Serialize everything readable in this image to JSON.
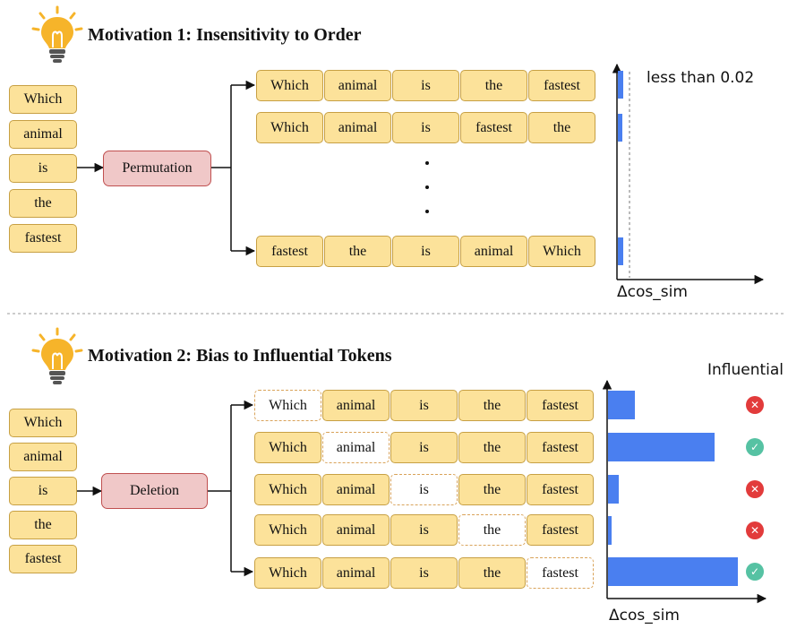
{
  "panel1": {
    "title": "Motivation 1: Insensitivity to Order",
    "input_tokens": [
      "Which",
      "animal",
      "is",
      "the",
      "fastest"
    ],
    "operation": "Permutation",
    "rows": [
      [
        "Which",
        "animal",
        "is",
        "the",
        "fastest"
      ],
      [
        "Which",
        "animal",
        "is",
        "fastest",
        "the"
      ],
      [
        "fastest",
        "the",
        "is",
        "animal",
        "Which"
      ]
    ],
    "annotation": "less than 0.02",
    "axis_label": "Δcos_sim",
    "bar_values": [
      0.004,
      0.003,
      0.004
    ]
  },
  "panel2": {
    "title": "Motivation 2: Bias to Influential Tokens",
    "input_tokens": [
      "Which",
      "animal",
      "is",
      "the",
      "fastest"
    ],
    "operation": "Deletion",
    "rows": [
      [
        "Which",
        "animal",
        "is",
        "the",
        "fastest"
      ],
      [
        "Which",
        "animal",
        "is",
        "the",
        "fastest"
      ],
      [
        "Which",
        "animal",
        "is",
        "the",
        "fastest"
      ],
      [
        "Which",
        "animal",
        "is",
        "the",
        "fastest"
      ],
      [
        "Which",
        "animal",
        "is",
        "the",
        "fastest"
      ]
    ],
    "deleted_index": [
      0,
      1,
      2,
      3,
      4
    ],
    "influential_header": "Influential",
    "influential": [
      false,
      true,
      false,
      false,
      true
    ],
    "axis_label": "Δcos_sim",
    "bar_values": [
      0.21,
      0.82,
      0.08,
      0.03,
      1.0
    ]
  },
  "colors": {
    "token_fill": "#fce29a",
    "token_border": "#c7a044",
    "operation_fill": "#f0c8c8",
    "bar": "#4a7ff0",
    "not_influential": "#e23b3b",
    "influential": "#56c2a3"
  },
  "icons": [
    "lightbulb-icon",
    "close-icon",
    "check-icon"
  ]
}
